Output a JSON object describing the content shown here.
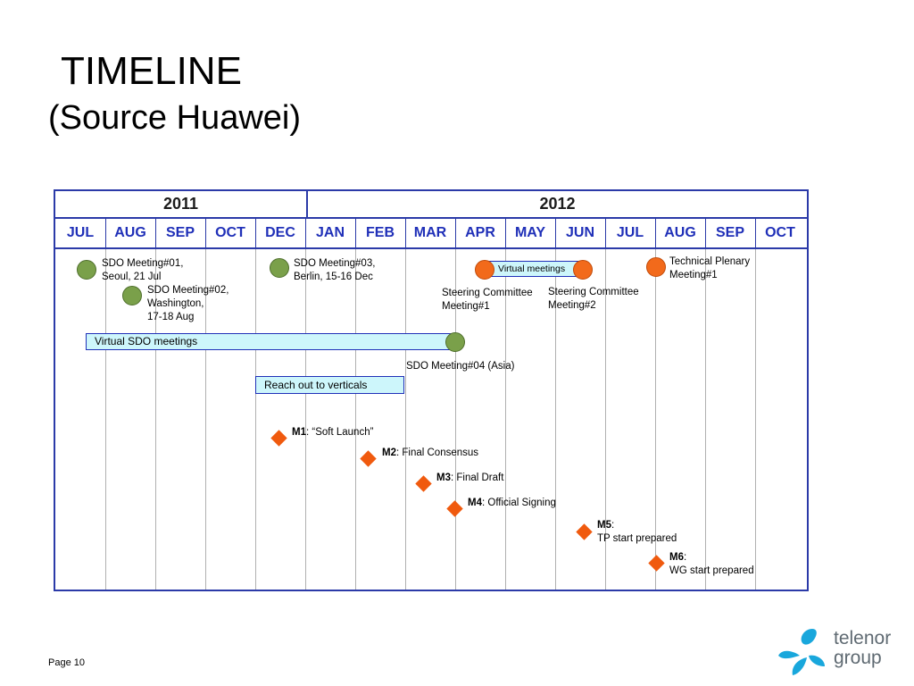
{
  "title": "TIMELINE",
  "subtitle": "(Source Huawei)",
  "page": "Page 10",
  "logo": {
    "line1": "telenor",
    "line2": "group",
    "icon": "telenor-logo-icon"
  },
  "years": [
    "2011",
    "2012"
  ],
  "months": [
    "JUL",
    "AUG",
    "SEP",
    "OCT",
    "DEC",
    "JAN",
    "FEB",
    "MAR",
    "APR",
    "MAY",
    "JUN",
    "JUL",
    "AUG",
    "SEP",
    "OCT"
  ],
  "events": {
    "sdo1": {
      "line1": "SDO Meeting#01,",
      "line2": "Seoul, 21 Jul"
    },
    "sdo2": {
      "line1": "SDO Meeting#02,",
      "line2": "Washington,",
      "line3": "17-18 Aug"
    },
    "sdo3": {
      "line1": "SDO Meeting#03,",
      "line2": "Berlin, 15-16 Dec"
    },
    "sdo4": "SDO Meeting#04 (Asia)",
    "virtual_meetings": "Virtual meetings",
    "steering1": {
      "line1": "Steering Committee",
      "line2": "Meeting#1"
    },
    "steering2": {
      "line1": "Steering Committee",
      "line2": "Meeting#2"
    },
    "plenary": {
      "line1": "Technical Plenary",
      "line2": "Meeting#1"
    },
    "virtual_sdo": "Virtual SDO meetings",
    "reach_out": "Reach out to verticals"
  },
  "milestones": [
    {
      "id": "M1",
      "label": ": “Soft Launch”"
    },
    {
      "id": "M2",
      "label": ": Final Consensus"
    },
    {
      "id": "M3",
      "label": ": Final Draft"
    },
    {
      "id": "M4",
      "label": ": Official Signing"
    },
    {
      "id": "M5",
      "label": ":",
      "line2": "TP start prepared"
    },
    {
      "id": "M6",
      "label": ":",
      "line2": "WG start prepared"
    }
  ]
}
